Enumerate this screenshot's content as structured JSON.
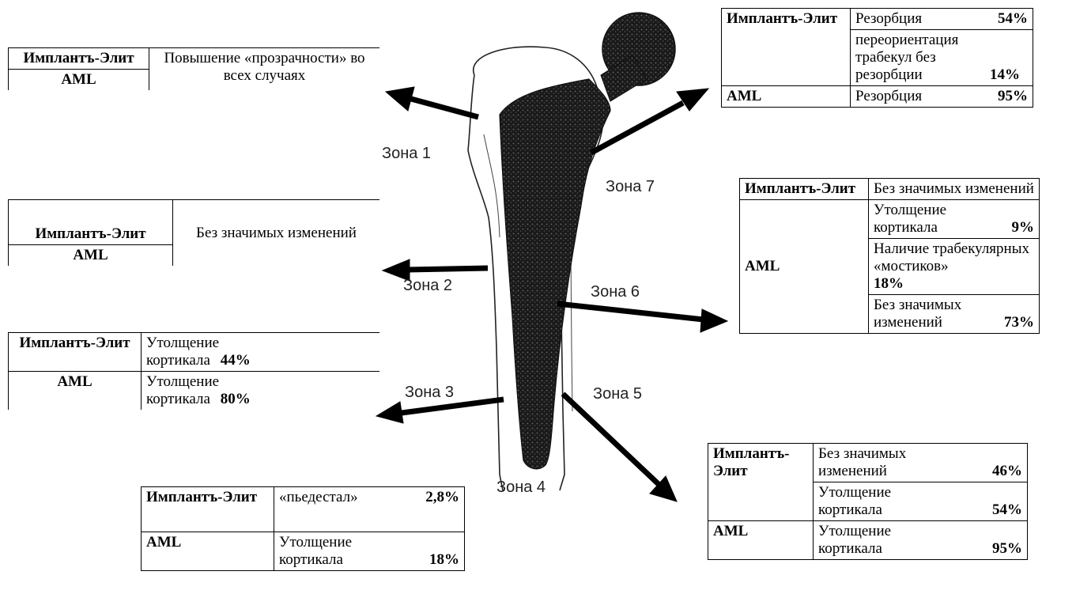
{
  "zones": {
    "z1": "Зона 1",
    "z2": "Зона 2",
    "z3": "Зона 3",
    "z4": "Зона 4",
    "z5": "Зона 5",
    "z6": "Зона 6",
    "z7": "Зона 7"
  },
  "t1": {
    "implant": "Имплантъ-Элит",
    "aml": "AML",
    "text": "Повышение «прозрачности» во всех случаях"
  },
  "t2": {
    "implant": "Имплантъ-Элит",
    "aml": "AML",
    "text": "Без значимых изменений"
  },
  "t3": {
    "implant": "Имплантъ-Элит",
    "aml": "AML",
    "implant_text": "Утолщение кортикала",
    "implant_pct": "44%",
    "aml_text": "Утолщение кортикала",
    "aml_pct": "80%"
  },
  "t4": {
    "implant": "Имплантъ-Элит",
    "aml": "AML",
    "implant_text": "«пьедестал»",
    "implant_pct": "2,8%",
    "aml_text": "Утолщение кортикала",
    "aml_pct": "18%"
  },
  "t5": {
    "implant": "Имплантъ-Элит",
    "aml": "AML",
    "implant_text1": "Без значимых изменений",
    "implant_pct1": "46%",
    "implant_text2": "Утолщение кортикала",
    "implant_pct2": "54%",
    "aml_text": "Утолщение кортикала",
    "aml_pct": "95%"
  },
  "t6": {
    "implant": "Имплантъ-Элит",
    "aml": "AML",
    "implant_text": "Без значимых изменений",
    "aml_text1": "Утолщение кортикала",
    "aml_pct1": "9%",
    "aml_text2": "Наличие трабекулярных «мостиков»",
    "aml_pct2": "18%",
    "aml_text3": "Без значимых изменений",
    "aml_pct3": "73%"
  },
  "t7": {
    "implant": "Имплантъ-Элит",
    "aml": "AML",
    "implant_text1": "Резорбция",
    "implant_pct1": "54%",
    "implant_text2": "переориентация трабекул без резорбции",
    "implant_pct2": "14%",
    "aml_text": "Резорбция",
    "aml_pct": "95%"
  }
}
